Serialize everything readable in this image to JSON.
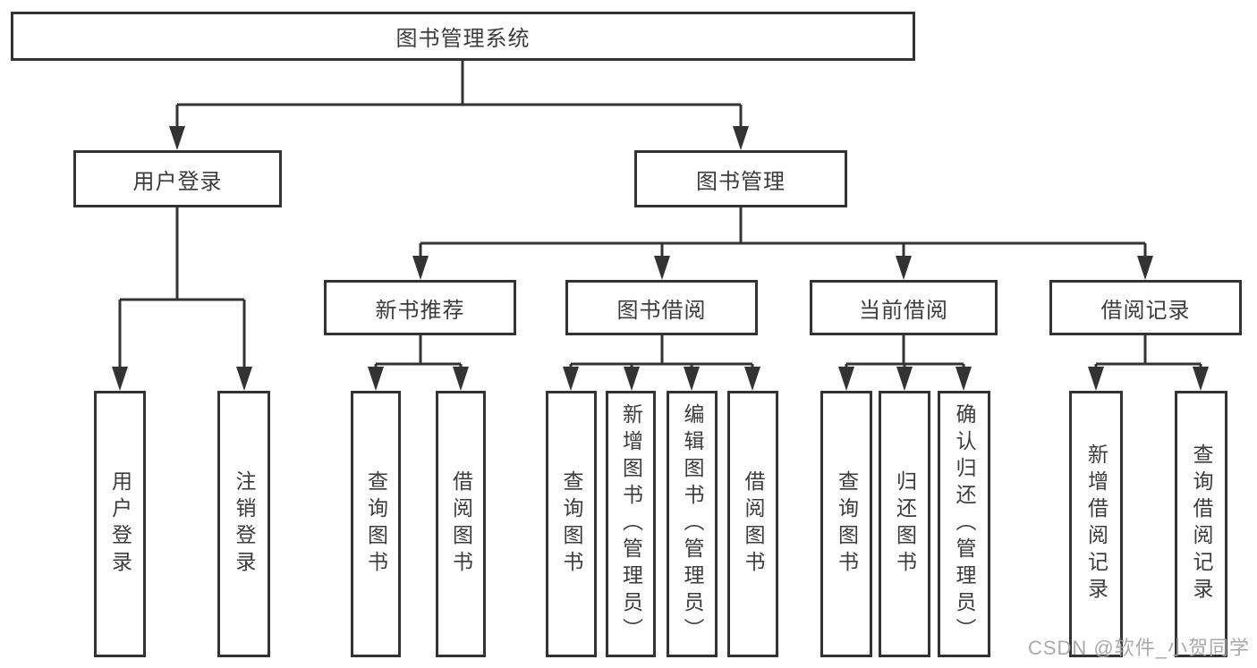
{
  "nodes": {
    "root": "图书管理系统",
    "user_login": "用户登录",
    "book_management": "图书管理",
    "new_book_recommend": "新书推荐",
    "book_borrowing": "图书借阅",
    "current_borrowing": "当前借阅",
    "borrowing_records": "借阅记录",
    "leaf_login": "用户登录",
    "leaf_logout": "注销登录",
    "leaf_query_books_recommend": "查询图书",
    "leaf_borrow_books_recommend": "借阅图书",
    "leaf_query_books_borrowing": "查询图书",
    "leaf_add_books_admin": "新增图书（管理员）",
    "leaf_edit_books_admin": "编辑图书（管理员）",
    "leaf_borrow_books_borrowing": "借阅图书",
    "leaf_query_books_current": "查询图书",
    "leaf_return_books": "归还图书",
    "leaf_confirm_return_admin": "确认归还（管理员）",
    "leaf_add_borrow_record": "新增借阅记录",
    "leaf_query_borrow_record": "查询借阅记录"
  },
  "watermark": "CSDN @软件_小贺同学",
  "colors": {
    "line": "#333333",
    "text": "#3c3c3c",
    "background": "#ffffff",
    "watermark": "#a5a5a5"
  }
}
